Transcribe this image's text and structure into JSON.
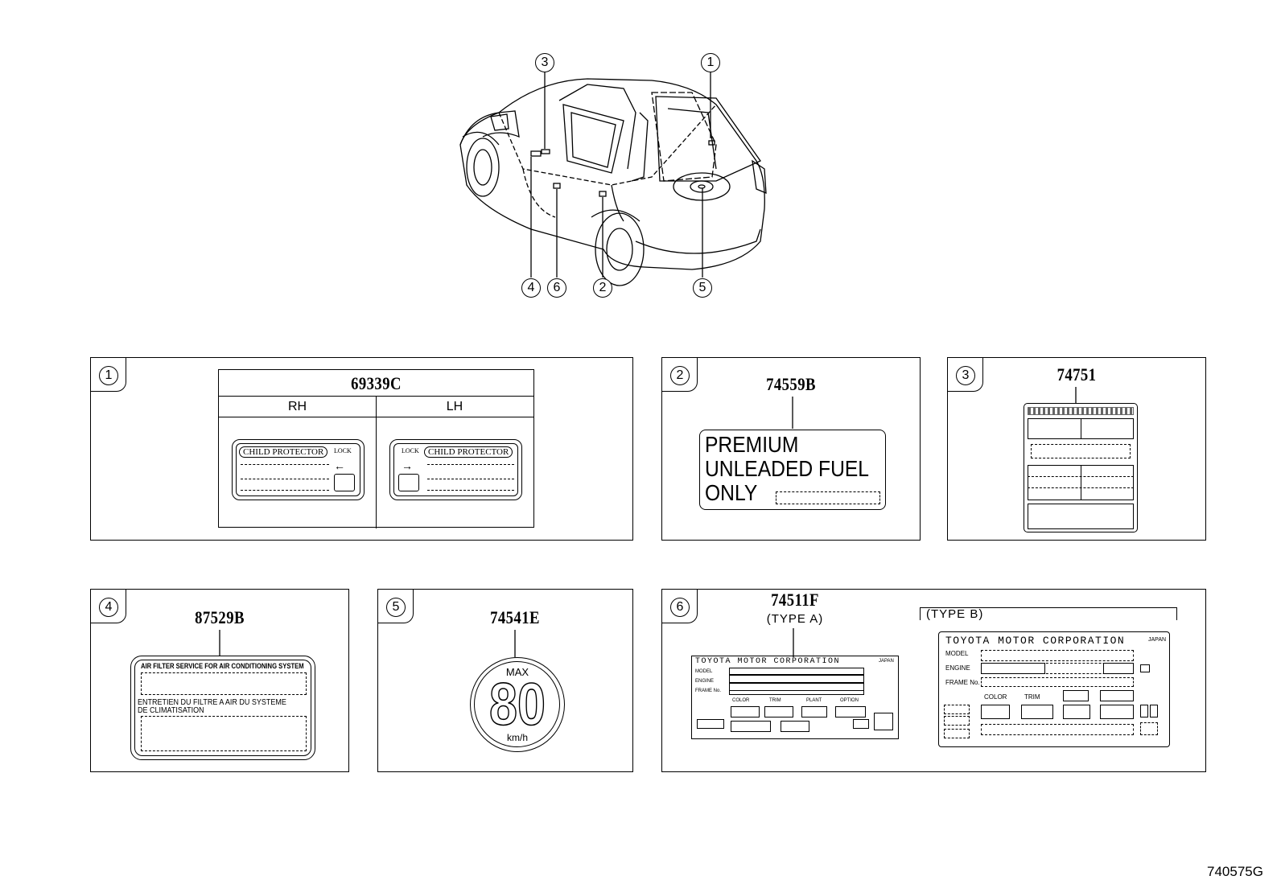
{
  "callouts": {
    "c1": "1",
    "c2": "2",
    "c3": "3",
    "c4": "4",
    "c5": "5",
    "c6": "6"
  },
  "panel1": {
    "part": "69339C",
    "rh": "RH",
    "lh": "LH",
    "child_protector": "CHILD PROTECTOR",
    "lock": "LOCK"
  },
  "panel2": {
    "part": "74559B",
    "line1": "PREMIUM",
    "line2": "UNLEADED FUEL",
    "line3": "ONLY"
  },
  "panel3": {
    "part": "74751"
  },
  "panel4": {
    "part": "87529B",
    "en": "AIR FILTER SERVICE FOR AIR CONDITIONING SYSTEM",
    "fr1": "ENTRETIEN DU FILTRE A AIR DU SYSTEME",
    "fr2": "DE CLIMATISATION"
  },
  "panel5": {
    "part": "74541E",
    "max": "MAX",
    "speed": "80",
    "unit": "km/h"
  },
  "panel6": {
    "part": "74511F",
    "type_a": "(TYPE A)",
    "type_b": "(TYPE B)",
    "corp": "TOYOTA MOTOR CORPORATION",
    "japan": "JAPAN",
    "model": "MODEL",
    "engine": "ENGINE",
    "frame": "FRAME No.",
    "color": "COLOR",
    "trim": "TRIM",
    "plant": "PLANT",
    "option": "OPTION"
  },
  "drawing_code": "740575G"
}
